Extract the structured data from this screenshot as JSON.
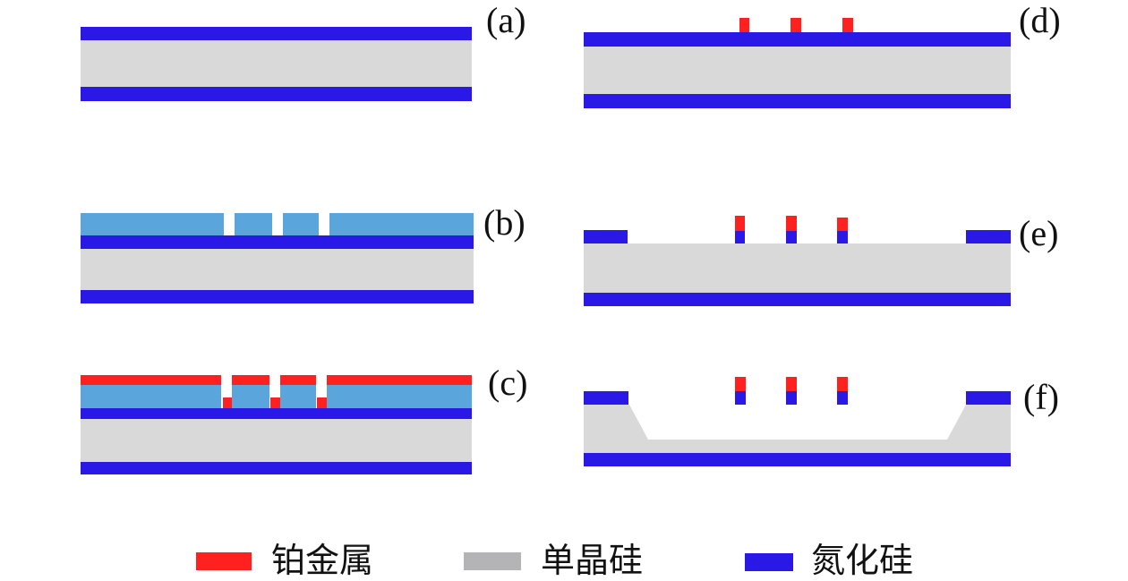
{
  "colors": {
    "platinum": "#ff2020",
    "silicon": "#d9d9d9",
    "silicon_legend": "#b4b4b6",
    "nitride": "#2a18e6",
    "photoresist": "#5aa6dc",
    "text": "#111111",
    "background": "#ffffff"
  },
  "panels": [
    {
      "id": "a",
      "label": "(a)"
    },
    {
      "id": "b",
      "label": "(b)"
    },
    {
      "id": "c",
      "label": "(c)"
    },
    {
      "id": "d",
      "label": "(d)"
    },
    {
      "id": "e",
      "label": "(e)"
    },
    {
      "id": "f",
      "label": "(f)"
    }
  ],
  "legend": [
    {
      "label": "铂金属",
      "color": "#ff2020"
    },
    {
      "label": "单晶硅",
      "color": "#b4b4b6"
    },
    {
      "label": "氮化硅",
      "color": "#2a18e6"
    }
  ]
}
